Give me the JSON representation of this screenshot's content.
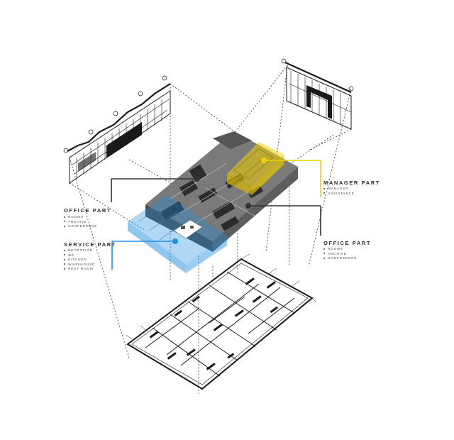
{
  "labels": {
    "office_left": {
      "title": "OFFICE PART",
      "items": [
        "ROOMS",
        "ARCHIVE",
        "CONFERENCE"
      ]
    },
    "service": {
      "title": "SERVICE PART",
      "items": [
        "RECEPTION",
        "WC",
        "KITCHEN",
        "WAREHOUSE",
        "REST ROOM"
      ]
    },
    "manager": {
      "title": "MANAGER PART",
      "items": [
        "MANAGER",
        "ASSISTANCE"
      ]
    },
    "office_right": {
      "title": "OFFICE PART",
      "items": [
        "ROOMS",
        "ARCHIVE",
        "CONFERENCE"
      ]
    }
  },
  "colors": {
    "service": "#1e90e0",
    "manager": "#f2d000",
    "office": "#333333",
    "line": "#1a1a1a"
  }
}
